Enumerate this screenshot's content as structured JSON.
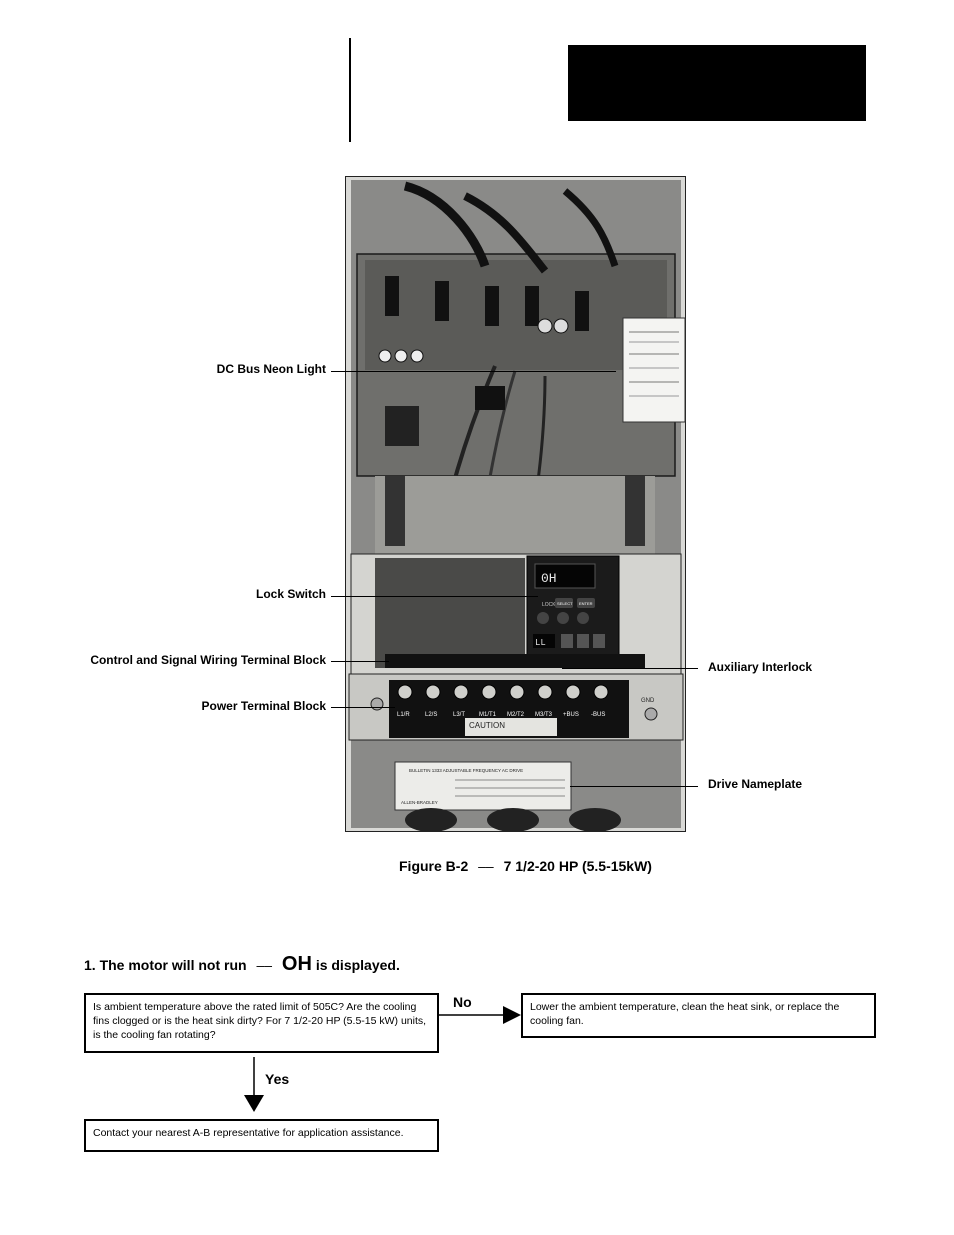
{
  "figure": {
    "callouts": {
      "dc_bus": "DC Bus Neon Light",
      "lock_switch": "Lock Switch",
      "control_terminal": "Control and Signal Wiring Terminal Block",
      "power_terminal": "Power Terminal Block",
      "aux_interlock": "Auxiliary Interlock",
      "nameplate": "Drive Nameplate"
    },
    "caption_label": "Figure B-2",
    "caption_dash": "––",
    "caption_text": "7 1/2-20 HP (5.5-15kW)",
    "photo_text": {
      "keypad_display": "0H",
      "keypad_small_display": "LL",
      "keypad_btn_select": "SELECT",
      "keypad_btn_enter": "ENTER",
      "keypad_lock": "LOCK",
      "terminals": [
        "L1/R",
        "L2/S",
        "L3/T",
        "M1/T1",
        "M2/T2",
        "M3/T3",
        "+BUS",
        "-BUS"
      ],
      "caution": "CAUTION",
      "gnd": "GND",
      "nameplate_title": "BULLETIN 1333 ADJUSTABLE FREQUENCY AC DRIVE",
      "nameplate_brand": "ALLEN-BRADLEY"
    }
  },
  "troubleshoot": {
    "step_prefix": "1. The motor will not run",
    "step_dash": "––",
    "step_code": "OH",
    "step_suffix": "is displayed.",
    "question": "Is ambient temperature above the rated limit of 505C? Are the cooling fins clogged or is the heat sink dirty? For 7 1/2-20 HP (5.5-15 kW) units, is the cooling fan rotating?",
    "no_label": "No",
    "no_action": "Lower the ambient temperature, clean the heat sink, or replace the cooling fan.",
    "yes_label": "Yes",
    "yes_action": "Contact your nearest A-B representative for application assistance."
  }
}
